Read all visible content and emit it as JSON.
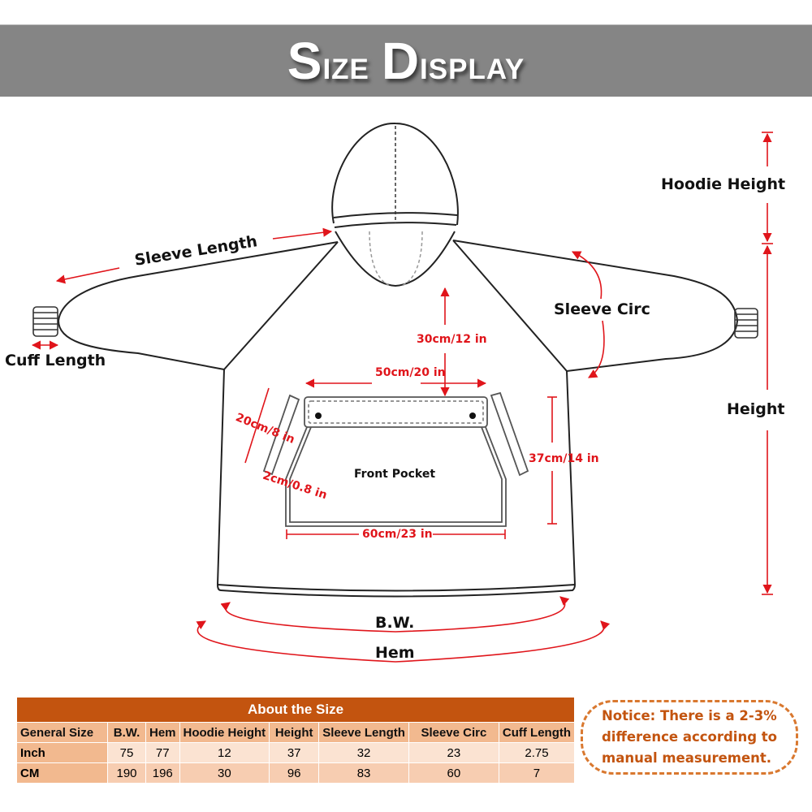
{
  "banner": {
    "title_part1_initial": "S",
    "title_part1_rest": "ize",
    "title_part2_initial": "D",
    "title_part2_rest": "isplay"
  },
  "diagram": {
    "labels": {
      "sleeve_length": "Sleeve Length",
      "cuff_length": "Cuff Length",
      "hoodie_height": "Hoodie Height",
      "sleeve_circ": "Sleeve Circ",
      "height": "Height",
      "bw": "B.W.",
      "hem": "Hem",
      "front_pocket": "Front Pocket"
    },
    "pocket_dimensions": {
      "top_to_pocket": "30cm/12 in",
      "flap_width": "50cm/20 in",
      "side_opening": "20cm/8 in",
      "opening_width": "2cm/0.8 in",
      "pocket_height": "37cm/14 in",
      "pocket_width": "60cm/23 in"
    },
    "colors": {
      "measure": "#e0151b",
      "outline": "#222222"
    }
  },
  "size_table": {
    "caption": "About the Size",
    "headers": [
      "General Size",
      "B.W.",
      "Hem",
      "Hoodie Height",
      "Height",
      "Sleeve Length",
      "Sleeve Circ",
      "Cuff Length"
    ],
    "rows": [
      {
        "label": "Inch",
        "values": [
          "75",
          "77",
          "12",
          "37",
          "32",
          "23",
          "2.75"
        ]
      },
      {
        "label": "CM",
        "values": [
          "190",
          "196",
          "30",
          "96",
          "83",
          "60",
          "7"
        ]
      }
    ],
    "colors": {
      "caption_bg": "#c3540f",
      "header_bg": "#f2b98f"
    }
  },
  "notice": {
    "line1": "Notice: There is a 2-3%",
    "line2": "difference according to",
    "line3": "manual measurement.",
    "color": "#c3540f"
  }
}
